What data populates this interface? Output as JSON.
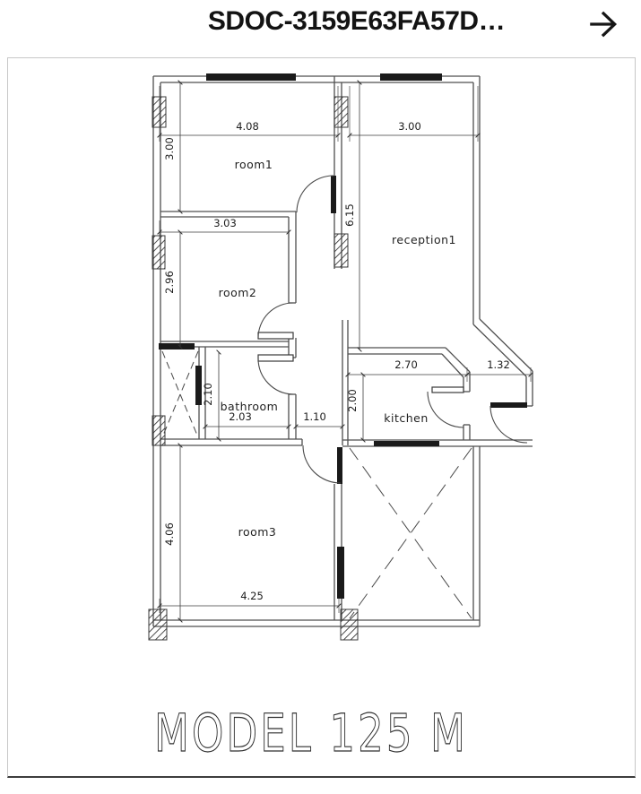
{
  "header": {
    "title": "SDOC-3159E63FA57D…",
    "action_icon": "arrow-right"
  },
  "plan": {
    "rooms": [
      "room1",
      "reception1",
      "room2",
      "bathroom",
      "kitchen",
      "room3"
    ],
    "h_dims": [
      "4.08",
      "3.00",
      "3.03",
      "2.70",
      "1.32",
      "2.03",
      "1.10",
      "4.25"
    ],
    "v_dims": [
      "3.00",
      "2.96",
      "6.15",
      "2.10",
      "2.00",
      "4.06"
    ],
    "model_title": "MODEL 125 M",
    "colors": {
      "wall": "#4f4f4f",
      "window_bar": "#1a1a1a",
      "sheet_border": "#c7c7c7"
    }
  }
}
